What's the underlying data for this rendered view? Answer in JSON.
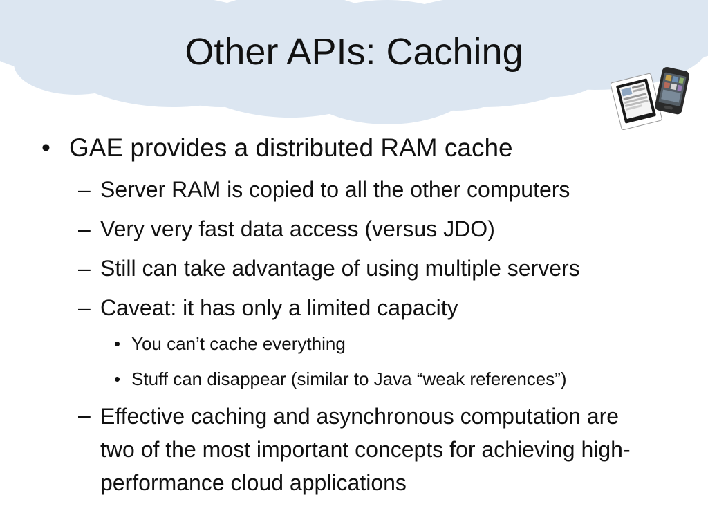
{
  "slide": {
    "title": "Other APIs: Caching",
    "bullets": {
      "b1": {
        "marker": "•",
        "text": "GAE provides a distributed RAM cache"
      },
      "b1_1": {
        "marker": "–",
        "text": "Server RAM is copied to all the other computers"
      },
      "b1_2": {
        "marker": "–",
        "text": "Very very fast data access (versus JDO)"
      },
      "b1_3": {
        "marker": "–",
        "text": "Still can take advantage of using multiple servers"
      },
      "b1_4": {
        "marker": "–",
        "text": "Caveat: it has only a limited capacity"
      },
      "b1_4_1": {
        "marker": "•",
        "text": "You can’t cache everything"
      },
      "b1_4_2": {
        "marker": "•",
        "text": "Stuff can disappear (similar to Java “weak references”)"
      },
      "b1_5": {
        "marker": "–",
        "text": "Effective caching and asynchronous computation are two of the most important concepts for achieving high-performance cloud applications"
      }
    }
  },
  "colors": {
    "cloud_fill": "#dce6f1",
    "text": "#111111"
  },
  "icons": {
    "decoration": "tablet-and-phone-icon"
  }
}
